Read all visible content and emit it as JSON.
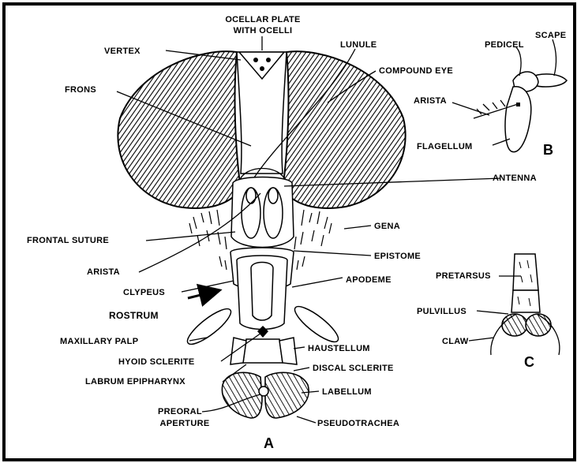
{
  "diagram": {
    "labels": {
      "ocellar_plate_line1": "OCELLAR PLATE",
      "ocellar_plate_line2": "WITH OCELLI",
      "vertex": "VERTEX",
      "lunule": "LUNULE",
      "compound_eye": "COMPOUND EYE",
      "frons": "FRONS",
      "pedicel": "PEDICEL",
      "scape": "SCAPE",
      "arista_b": "ARISTA",
      "flagellum": "FLAGELLUM",
      "antenna": "ANTENNA",
      "gena": "GENA",
      "frontal_suture": "FRONTAL SUTURE",
      "arista_a": "ARISTA",
      "epistome": "EPISTOME",
      "clypeus": "CLYPEUS",
      "apodeme": "APODEME",
      "rostrum": "ROSTRUM",
      "maxillary_palp": "MAXILLARY PALP",
      "haustellum": "HAUSTELLUM",
      "hyoid_sclerite": "HYOID SCLERITE",
      "discal_sclerite": "DISCAL SCLERITE",
      "labrum_epipharynx": "LABRUM EPIPHARYNX",
      "labellum": "LABELLUM",
      "preoral_line1": "PREORAL",
      "preoral_line2": "APERTURE",
      "pseudotrachea": "PSEUDOTRACHEA",
      "pretarsus": "PRETARSUS",
      "pulvillus": "PULVILLUS",
      "claw": "CLAW"
    },
    "panel_letters": {
      "a": "A",
      "b": "B",
      "c": "C"
    }
  }
}
